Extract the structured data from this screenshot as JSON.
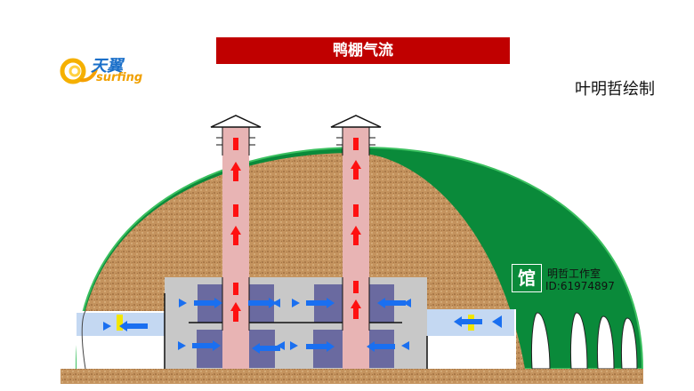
{
  "title": "鸭棚气流",
  "author_credit": "叶明哲绘制",
  "logo": {
    "cn": "天翼",
    "en": "surfing"
  },
  "watermark": {
    "badge": "馆",
    "line1": "明哲工作室",
    "line2": "ID:61974897"
  },
  "colors": {
    "title_bg": "#c00000",
    "shell": "#0a8a3a",
    "earth": "#c09060",
    "building": "#c8c8c8",
    "chimney": "#e8b4b4",
    "block": "#6a6aa0",
    "air_in": "#1a6ff0",
    "air_out": "#ff1010"
  }
}
